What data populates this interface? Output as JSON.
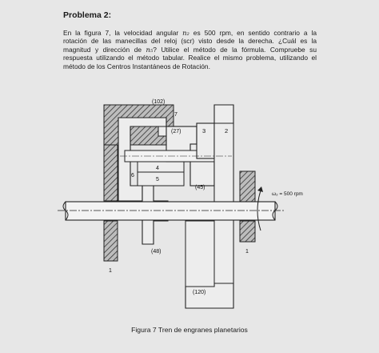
{
  "problem": {
    "title": "Problema 2:",
    "lines": [
      {
        "parts": [
          "En la figura 7, la velocidad angular ",
          "n₂",
          " es 500 rpm, en sentido contrario a la"
        ]
      },
      {
        "parts": [
          "rotación de las manecillas del reloj (scr) visto desde la derecha. ¿Cuál es la",
          "",
          ""
        ]
      },
      {
        "parts": [
          "magnitud y dirección de ",
          "n₅",
          "? Utilice el método de la fórmula. Compruebe su"
        ]
      },
      {
        "parts": [
          "respuesta utilizando el método tabular. Realice el mismo problema, utilizando el",
          "",
          ""
        ]
      },
      {
        "parts": [
          "método de los Centros Instantáneos de Rotación.",
          "",
          ""
        ]
      }
    ]
  },
  "figure": {
    "labels": {
      "t102": "(102)",
      "t27": "(27)",
      "t45": "(45)",
      "t48": "(48)",
      "t120": "(120)",
      "n1_left": "1",
      "n1_right": "1",
      "n2": "2",
      "n3": "3",
      "n4": "4",
      "n5": "5",
      "n6": "6",
      "n7": "7",
      "omega": "ω₂ = 500 rpm"
    },
    "caption": "Figura 7 Tren de engranes planetarios"
  }
}
